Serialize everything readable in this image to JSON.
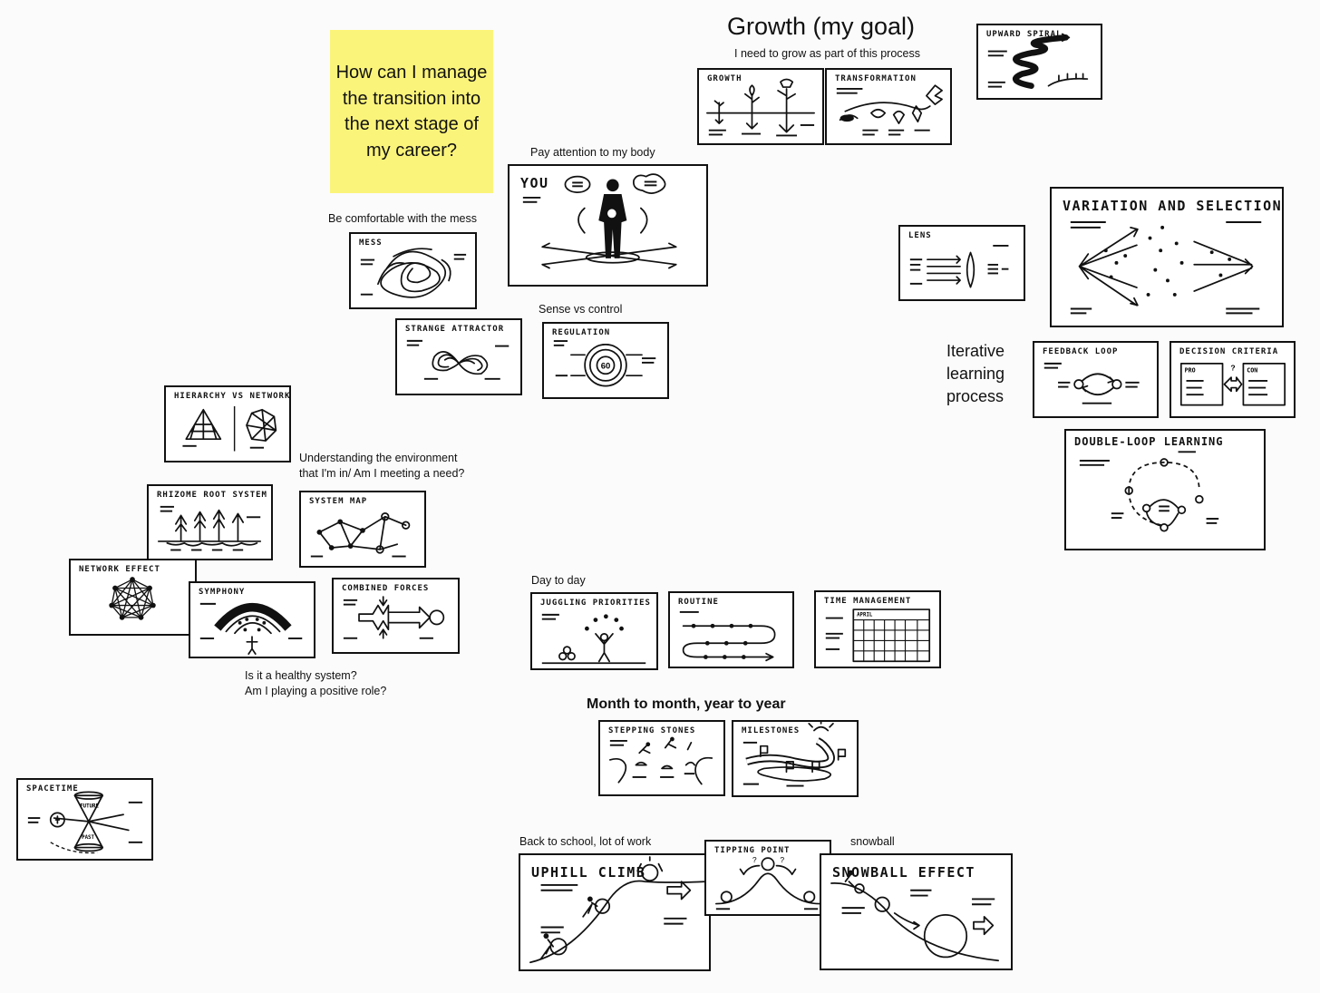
{
  "sticky_note": "How can I manage the transition into the next stage of my career?",
  "growth": {
    "title": "Growth (my goal)",
    "subtitle": "I need to grow as part of this process"
  },
  "labels": {
    "body": "Pay attention to my body",
    "mess": "Be comfortable with the mess",
    "sense": "Sense vs control",
    "environment_1": "Understanding the environment",
    "environment_2": "that I'm in/ Am I meeting a need?",
    "healthy_1": "Is it a healthy system?",
    "healthy_2": "Am I playing a positive role?",
    "day": "Day to day",
    "month": "Month to month, year to year",
    "school": "Back to school, lot of work",
    "snowball": "snowball",
    "iterative": "Iterative learning process"
  },
  "cards": {
    "growth": "GROWTH",
    "transformation": "TRANSFORMATION",
    "upward_spiral": "UPWARD SPIRAL",
    "you": "YOU",
    "mess": "MESS",
    "strange_attractor": "STRANGE ATTRACTOR",
    "regulation": "REGULATION",
    "regulation_dial": "60",
    "lens": "LENS",
    "variation": "VARIATION AND SELECTION",
    "feedback": "FEEDBACK LOOP",
    "decision": "DECISION CRITERIA",
    "pro": "PRO",
    "con": "CON",
    "double_loop": "DOUBLE-LOOP LEARNING",
    "hierarchy": "HIERARCHY VS NETWORK",
    "rhizome": "RHIZOME ROOT SYSTEM",
    "system_map": "SYSTEM MAP",
    "network_effect": "NETWORK EFFECT",
    "symphony": "SYMPHONY",
    "combined_forces": "COMBINED FORCES",
    "juggling": "JUGGLING PRIORITIES",
    "routine": "ROUTINE",
    "time_management": "TIME MANAGEMENT",
    "april": "APRIL",
    "stepping": "STEPPING STONES",
    "milestones": "MILESTONES",
    "spacetime": "SPACETIME",
    "future": "FUTURE",
    "past": "PAST",
    "uphill": "UPHILL CLIMB",
    "tipping": "TIPPING POINT",
    "snowball": "SNOWBALL EFFECT"
  },
  "colors": {
    "sticky": "#fbf47a",
    "ink": "#111111",
    "canvas": "#fbfbfb"
  }
}
